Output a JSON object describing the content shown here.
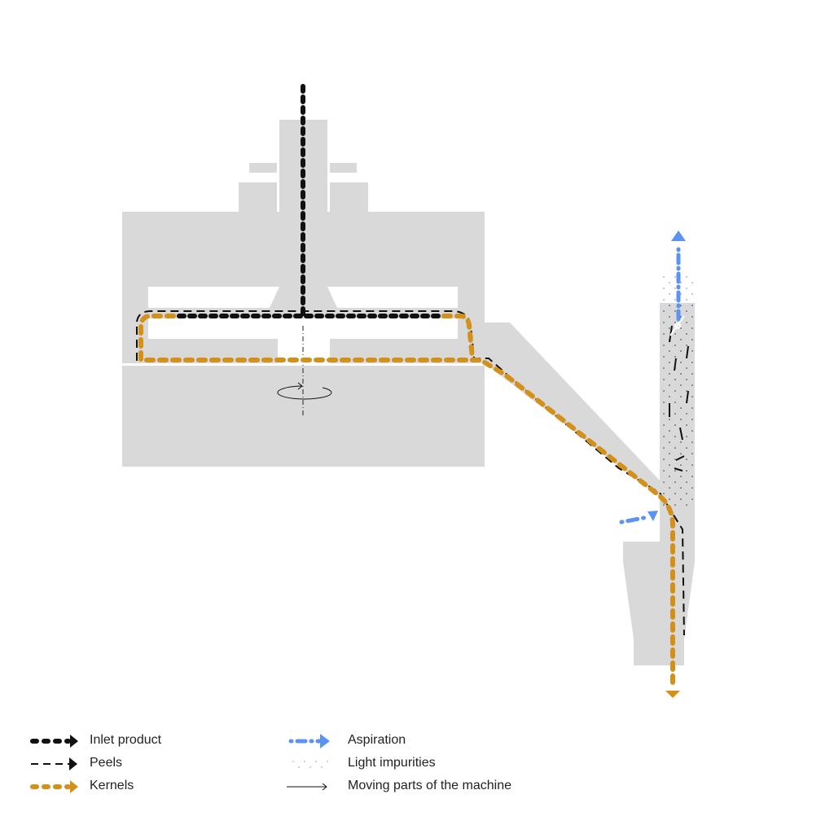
{
  "colors": {
    "machine": "#d9d9d9",
    "inlet": "#111111",
    "peels": "#111111",
    "kernels": "#d4911a",
    "aspiration": "#5b93f5"
  },
  "legend": [
    {
      "key": "inlet",
      "label": "Inlet product",
      "icon": "thick-dotted-black-arrow"
    },
    {
      "key": "peels",
      "label": "Peels",
      "icon": "dashed-black-arrow"
    },
    {
      "key": "kernels",
      "label": "Kernels",
      "icon": "thick-dotted-orange-arrow"
    },
    {
      "key": "aspiration",
      "label": "Aspiration",
      "icon": "dash-dot-blue-arrow"
    },
    {
      "key": "impurities",
      "label": "Light impurities",
      "icon": "dot-pattern"
    },
    {
      "key": "moving",
      "label": "Moving parts of the machine",
      "icon": "thin-arrow"
    }
  ]
}
